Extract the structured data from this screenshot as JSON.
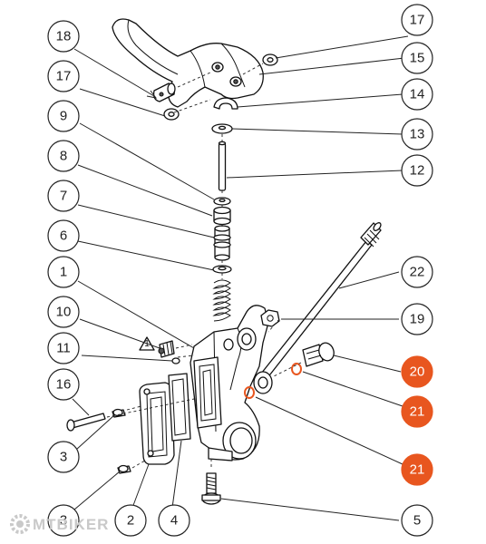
{
  "watermark": {
    "text": "MTBIKER"
  },
  "warning_symbol": {
    "text": "1"
  },
  "colors": {
    "highlight": "#E8561F",
    "line": "#222222"
  },
  "callouts": [
    {
      "id": "c18",
      "label": "18",
      "highlight": false
    },
    {
      "id": "c17a",
      "label": "17",
      "highlight": false
    },
    {
      "id": "c9",
      "label": "9",
      "highlight": false
    },
    {
      "id": "c8",
      "label": "8",
      "highlight": false
    },
    {
      "id": "c7",
      "label": "7",
      "highlight": false
    },
    {
      "id": "c6",
      "label": "6",
      "highlight": false
    },
    {
      "id": "c1",
      "label": "1",
      "highlight": false
    },
    {
      "id": "c10",
      "label": "10",
      "highlight": false
    },
    {
      "id": "c11",
      "label": "11",
      "highlight": false
    },
    {
      "id": "c16",
      "label": "16",
      "highlight": false
    },
    {
      "id": "c3a",
      "label": "3",
      "highlight": false
    },
    {
      "id": "c3b",
      "label": "3",
      "highlight": false
    },
    {
      "id": "c2",
      "label": "2",
      "highlight": false
    },
    {
      "id": "c4",
      "label": "4",
      "highlight": false
    },
    {
      "id": "c17b",
      "label": "17",
      "highlight": false
    },
    {
      "id": "c15",
      "label": "15",
      "highlight": false
    },
    {
      "id": "c14",
      "label": "14",
      "highlight": false
    },
    {
      "id": "c13",
      "label": "13",
      "highlight": false
    },
    {
      "id": "c12",
      "label": "12",
      "highlight": false
    },
    {
      "id": "c22",
      "label": "22",
      "highlight": false
    },
    {
      "id": "c19",
      "label": "19",
      "highlight": false
    },
    {
      "id": "c20",
      "label": "20",
      "highlight": true
    },
    {
      "id": "c21a",
      "label": "21",
      "highlight": true
    },
    {
      "id": "c21b",
      "label": "21",
      "highlight": true
    },
    {
      "id": "c5",
      "label": "5",
      "highlight": false
    }
  ]
}
